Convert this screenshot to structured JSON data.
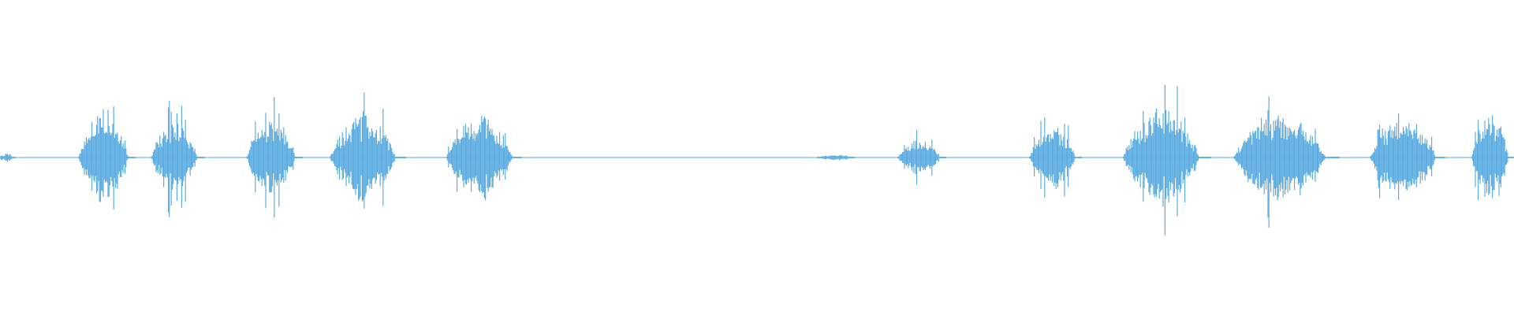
{
  "waveform": {
    "color": "#5dade2",
    "segments": [
      {
        "start": 0.0,
        "end": 0.01,
        "amplitude": 0.07
      },
      {
        "start": 0.052,
        "end": 0.09,
        "amplitude": 0.75
      },
      {
        "start": 0.1,
        "end": 0.135,
        "amplitude": 0.58
      },
      {
        "start": 0.163,
        "end": 0.2,
        "amplitude": 0.65
      },
      {
        "start": 0.218,
        "end": 0.268,
        "amplitude": 0.7
      },
      {
        "start": 0.295,
        "end": 0.345,
        "amplitude": 0.68
      },
      {
        "start": 0.54,
        "end": 0.565,
        "amplitude": 0.05
      },
      {
        "start": 0.593,
        "end": 0.625,
        "amplitude": 0.28
      },
      {
        "start": 0.68,
        "end": 0.715,
        "amplitude": 0.52
      },
      {
        "start": 0.742,
        "end": 0.8,
        "amplitude": 0.8
      },
      {
        "start": 0.815,
        "end": 0.885,
        "amplitude": 0.72
      },
      {
        "start": 0.905,
        "end": 0.955,
        "amplitude": 0.7
      },
      {
        "start": 0.972,
        "end": 1.0,
        "amplitude": 0.74
      }
    ]
  }
}
